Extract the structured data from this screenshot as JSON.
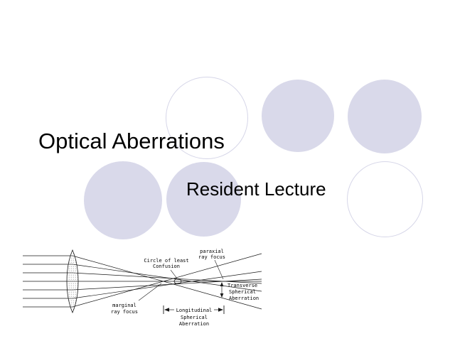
{
  "slide": {
    "title": "Optical Aberrations",
    "subtitle": "Resident Lecture"
  },
  "diagram": {
    "labels": {
      "circle_confusion_line1": "Circle of least",
      "circle_confusion_line2": "Confusion",
      "paraxial_line1": "paraxial",
      "paraxial_line2": "ray focus",
      "marginal_line1": "marginal",
      "marginal_line2": "ray focus",
      "longitudinal_line1": "Longitudinal",
      "longitudinal_line2": "Spherical",
      "longitudinal_line3": "Aberration",
      "transverse_line1": "Transverse",
      "transverse_line2": "Spherical",
      "transverse_line3": "Aberration"
    }
  },
  "colors": {
    "circle_fill": "#d9d9ea",
    "circle_outline": "#d6d6e8",
    "text": "#000000"
  }
}
